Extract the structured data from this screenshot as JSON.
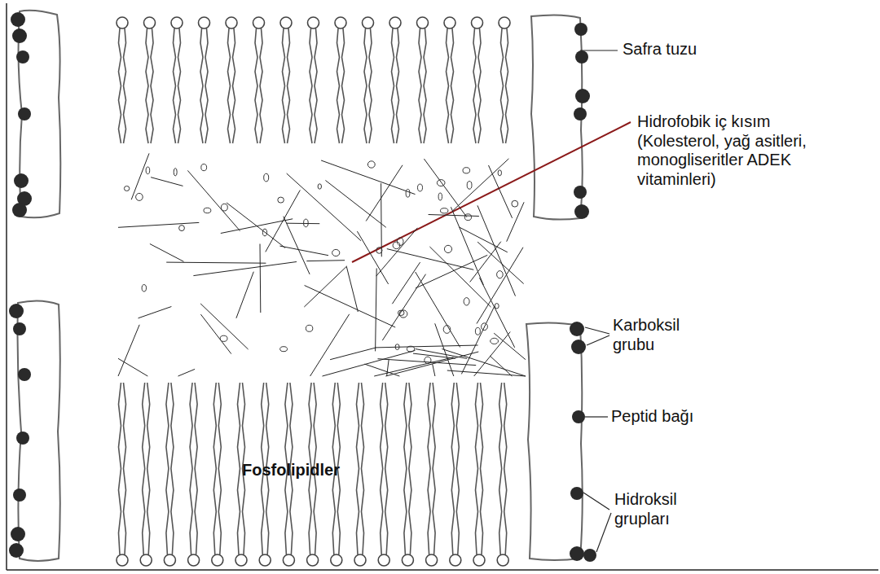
{
  "diagram": {
    "labels": [
      "Safra tuzu",
      "Hidrofobik iç kısım (Kolesterol, yağ asitleri, monogliseritler ADEK vitaminleri)",
      "Karboksil grubu",
      "Peptid bağı",
      "Hidroksil grupları",
      "Fosfolipidler"
    ]
  }
}
